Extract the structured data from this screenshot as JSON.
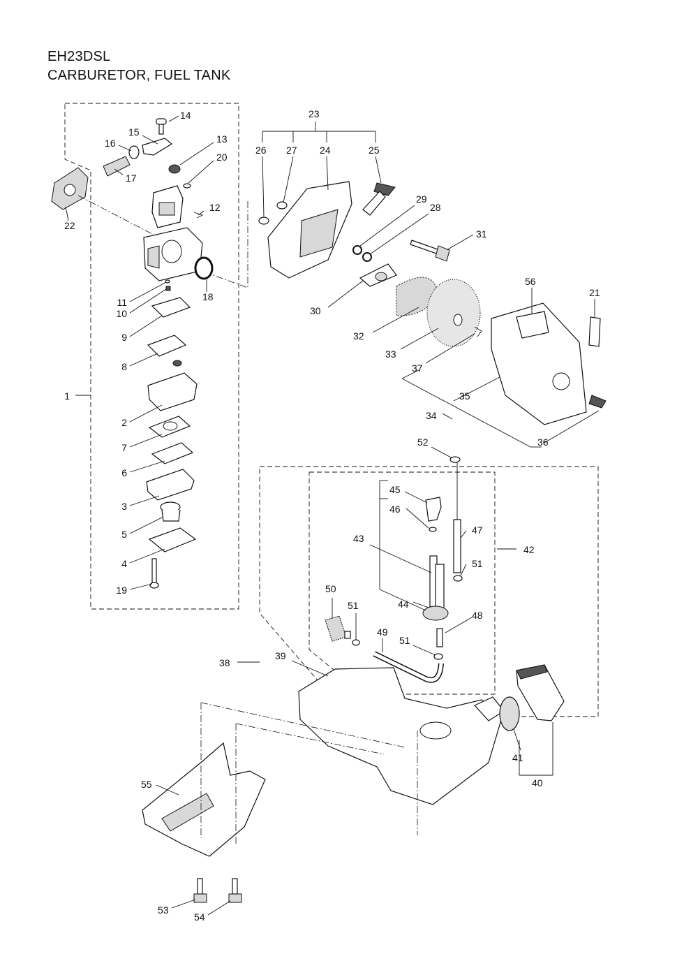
{
  "header": {
    "model": "EH23DSL",
    "section": "CARBURETOR,  FUEL TANK"
  },
  "labels": [
    "1",
    "2",
    "3",
    "4",
    "5",
    "6",
    "7",
    "8",
    "9",
    "10",
    "11",
    "12",
    "13",
    "14",
    "15",
    "16",
    "17",
    "18",
    "19",
    "20",
    "21",
    "22",
    "23",
    "24",
    "25",
    "26",
    "27",
    "28",
    "29",
    "30",
    "31",
    "32",
    "33",
    "34",
    "35",
    "36",
    "37",
    "38",
    "39",
    "40",
    "41",
    "42",
    "43",
    "44",
    "45",
    "46",
    "47",
    "48",
    "49",
    "50",
    "51",
    "51",
    "51",
    "52",
    "53",
    "54",
    "55",
    "56"
  ]
}
